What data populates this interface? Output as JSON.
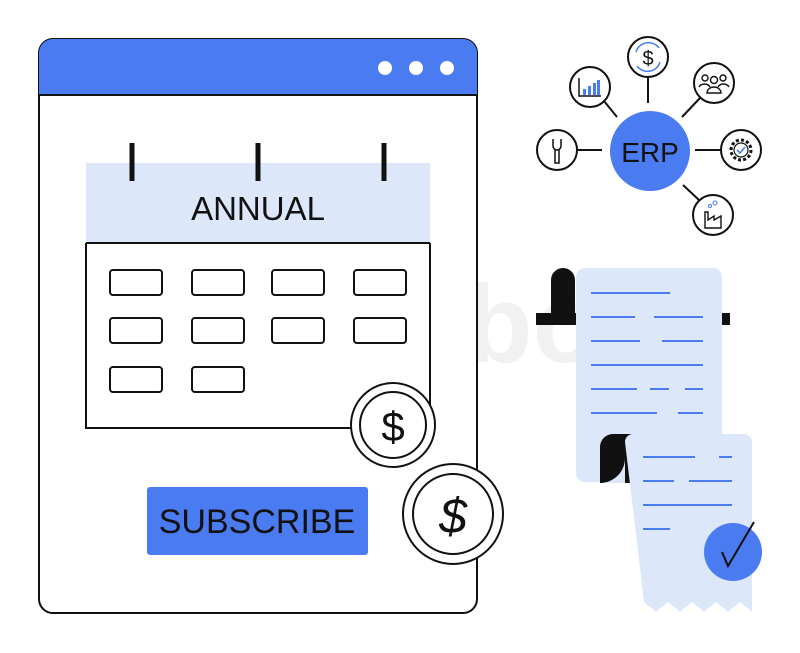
{
  "window": {
    "title": "ANNUAL",
    "subscribe_label": "SUBSCRIBE",
    "menu_icon": "more-dots-icon"
  },
  "coins": {
    "symbol": "$"
  },
  "erp": {
    "label": "ERP",
    "nodes": [
      "bar-chart-icon",
      "dollar-cycle-icon",
      "people-icon",
      "gear-check-icon",
      "factory-icon",
      "wrench-icon"
    ]
  },
  "receipt": {
    "status_icon": "check-icon"
  },
  "watermark": "colourbox",
  "colors": {
    "accent": "#4b7bf0",
    "light": "#dde7fa",
    "ink": "#111111"
  }
}
